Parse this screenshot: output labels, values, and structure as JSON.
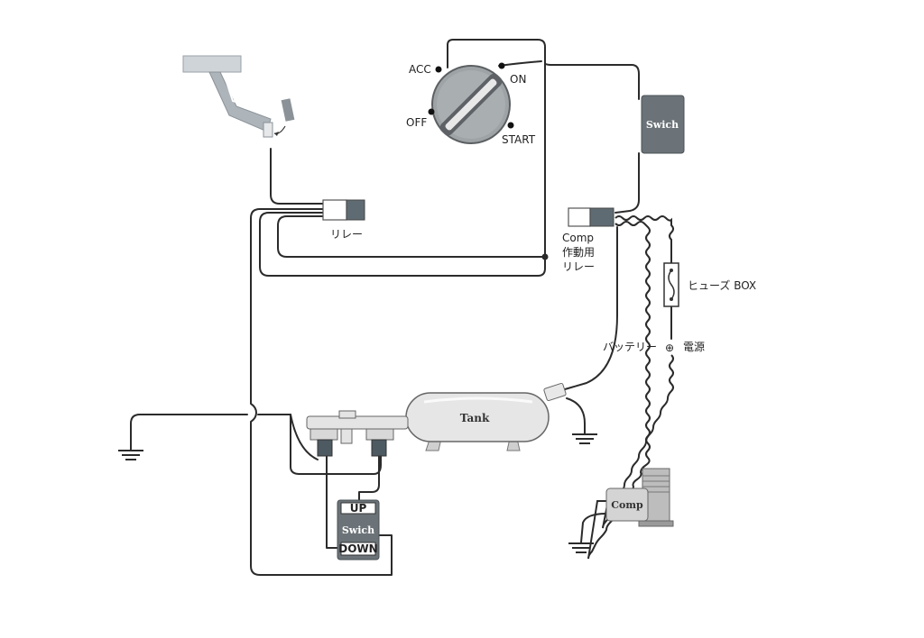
{
  "ignition": {
    "acc": "ACC",
    "on": "ON",
    "off": "OFF",
    "start": "START"
  },
  "switch_top": {
    "label": "Swich"
  },
  "relay": {
    "label": "リレー"
  },
  "comp_relay": {
    "line1": "Comp",
    "line2": "作動用",
    "line3": "リレー"
  },
  "fuse": {
    "label": "ヒューズ BOX"
  },
  "battery": {
    "label": "バッテリー",
    "symbol": "⊕",
    "label2": "電源"
  },
  "tank": {
    "label": "Tank"
  },
  "comp": {
    "label": "Comp"
  },
  "updown_switch": {
    "up": "UP",
    "label": "Swich",
    "down": "DOWN"
  },
  "colors": {
    "wire": "#2b2b2b",
    "switch_box": "#6b7378",
    "relay_dark": "#5f6b73",
    "tank_fill": "#e6e6e6"
  }
}
